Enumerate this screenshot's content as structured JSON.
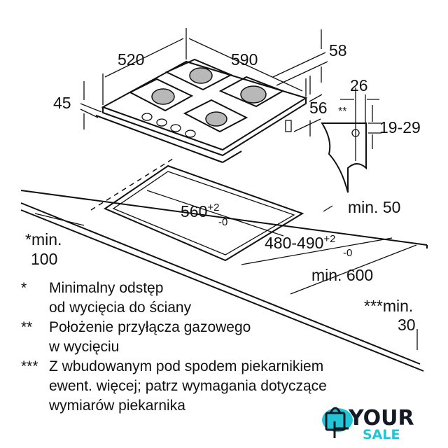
{
  "dimensions": {
    "depth": "520",
    "width": "590",
    "height_rear": "58",
    "height_front": "45",
    "front_height": "56",
    "connector_offset": "26",
    "connector_marker": "**",
    "connector_height": "19-29",
    "cutout_width": "560",
    "cutout_width_tol_plus": "+2",
    "cutout_width_tol_minus": "-0",
    "cutout_depth": "480-490",
    "cutout_depth_tol_plus": "+2",
    "cutout_depth_tol_minus": "-0",
    "min_rear": "min. 50",
    "min_side_label": "*min.",
    "min_side_value": "100",
    "min_worktop": "min. 600",
    "min_below_label": "***min.",
    "min_below_value": "30"
  },
  "notes": [
    {
      "marker": "*",
      "lines": [
        "Minimalny odstęp",
        "od wycięcia do ściany"
      ]
    },
    {
      "marker": "**",
      "lines": [
        "Położenie przyłącza gazowego",
        "w wycięciu"
      ]
    },
    {
      "marker": "***",
      "lines": [
        "Z wbudowanym pod spodem piekarnikiem",
        "ewent. więcej; patrz wymagania dotyczące",
        "wymiarów piekarnika"
      ]
    }
  ],
  "logo": {
    "line1": "YOUR",
    "line2": "SALE",
    "accent": "#22c4d6",
    "dark": "#141a24"
  }
}
